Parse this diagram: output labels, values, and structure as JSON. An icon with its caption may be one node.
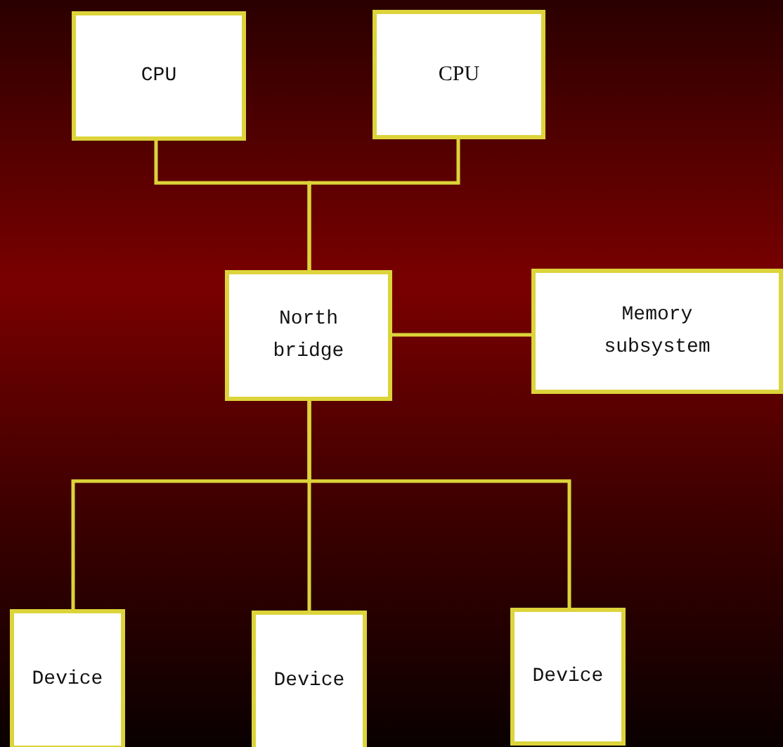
{
  "diagram": {
    "nodes": [
      {
        "text": [
          "CPU"
        ]
      },
      {
        "text": [
          "CPU"
        ]
      },
      {
        "text": [
          "North bridge"
        ]
      },
      {
        "text": [
          "Memory subsystem"
        ]
      },
      {
        "text": [
          "Device"
        ]
      },
      {
        "text": [
          "Device"
        ]
      },
      {
        "text": [
          "Device"
        ]
      }
    ],
    "edges": [
      {
        "from": 0,
        "to": 2,
        "arrow": "none"
      },
      {
        "from": 1,
        "to": 2,
        "arrow": "none"
      },
      {
        "from": 2,
        "to": 3,
        "arrow": "none"
      },
      {
        "from": 2,
        "to": 4,
        "arrow": "none"
      },
      {
        "from": 2,
        "to": 5,
        "arrow": "none"
      },
      {
        "from": 2,
        "to": 6,
        "arrow": "none"
      }
    ]
  }
}
